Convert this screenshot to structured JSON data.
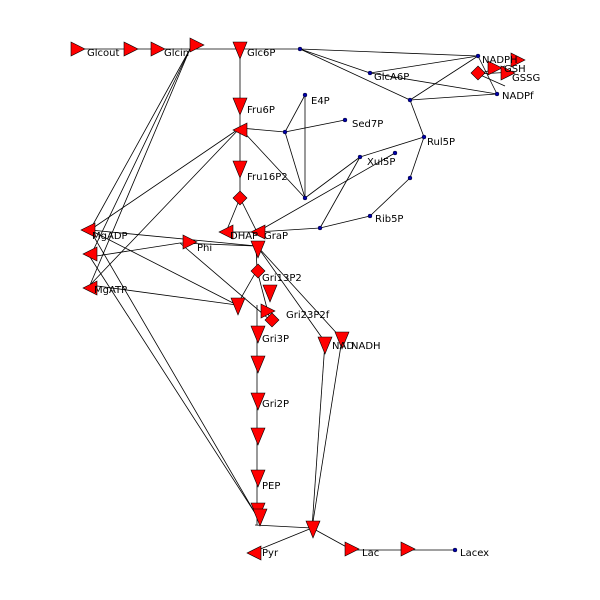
{
  "colors": {
    "arrow_fill": "#ff0000",
    "edge": "#000000",
    "dot": "#0000aa",
    "background": "#ffffff"
  },
  "labels": {
    "glcout": "Glcout",
    "glcin": "Glcin",
    "glc6p": "Glc6P",
    "nadph_top": "NADPH",
    "gsh": "GSH",
    "gssg": "GSSG",
    "glca6p": "GlcA6P",
    "nadpf": "NADPf",
    "fru6p": "Fru6P",
    "e4p": "E4P",
    "sed7p": "Sed7P",
    "rul5p": "Rul5P",
    "xul5p": "Xul5P",
    "fru16p2": "Fru16P2",
    "rib5p": "Rib5P",
    "mgadp": "MgADP",
    "dhap": "DHAP",
    "grap": "GraP",
    "phi": "Phi",
    "gri13p2": "Gri13P2",
    "mgatp": "MgATP",
    "gri23p2f": "Gri23P2f",
    "gri3p": "Gri3P",
    "nad": "NAD",
    "nadh": "NADH",
    "gri2p": "Gri2P",
    "pep": "PEP",
    "pyr": "Pyr",
    "lac": "Lac",
    "lacex": "Lacex"
  }
}
